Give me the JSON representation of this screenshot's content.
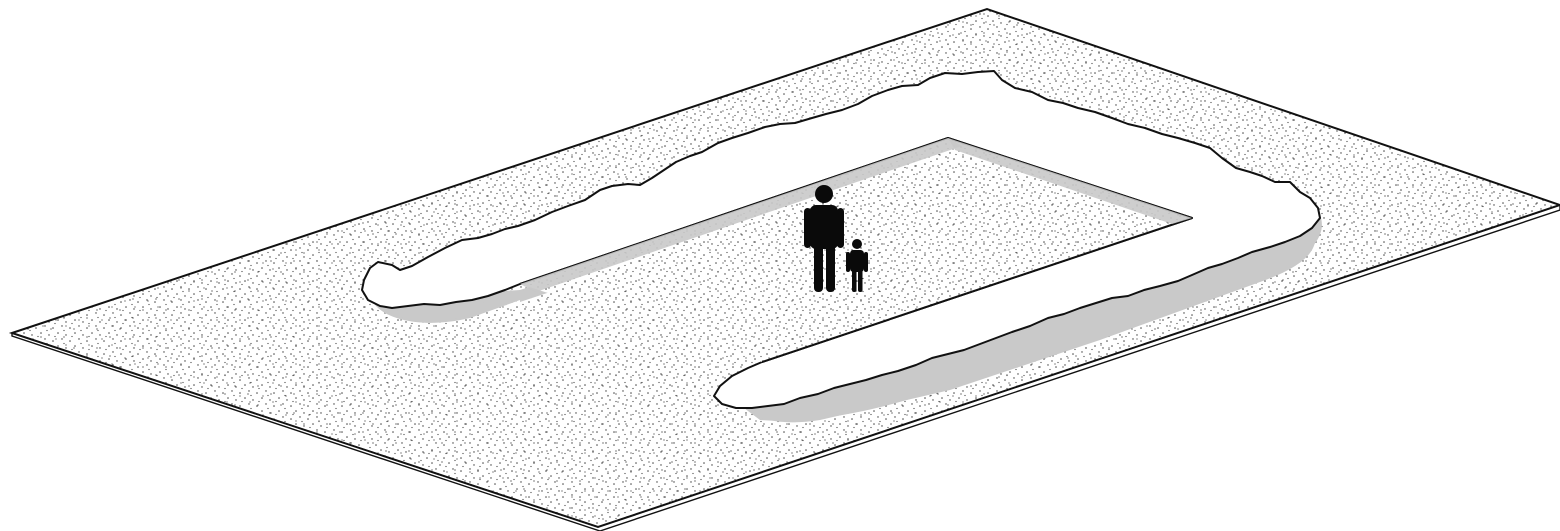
{
  "diagram": {
    "kind": "isometric-illustration",
    "subject": "trench-excavation-with-people-for-scale",
    "colors": {
      "background": "#ffffff",
      "ground_fill": "#ffffff",
      "stipple": "#3a3a3a",
      "outline": "#111111",
      "shadow": "#c9c9c9",
      "figure": "#0a0a0a"
    },
    "figures": [
      {
        "name": "adult-figure-icon",
        "role": "adult"
      },
      {
        "name": "child-figure-icon",
        "role": "child"
      }
    ]
  }
}
